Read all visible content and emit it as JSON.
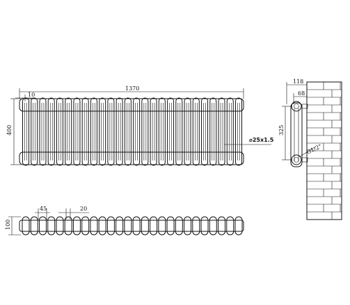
{
  "front_view": {
    "width_label": "1370",
    "offset_label": "10",
    "height_label": "400",
    "pipe_label": "⌀25x1.5",
    "columns": 26
  },
  "top_view": {
    "depth_label": "100",
    "col_width_label": "45",
    "gap_label": "20"
  },
  "side_view": {
    "wall_offset_label": "118",
    "column_depth_label": "68",
    "centers_label": "325",
    "thread_label": "G1/2\""
  }
}
